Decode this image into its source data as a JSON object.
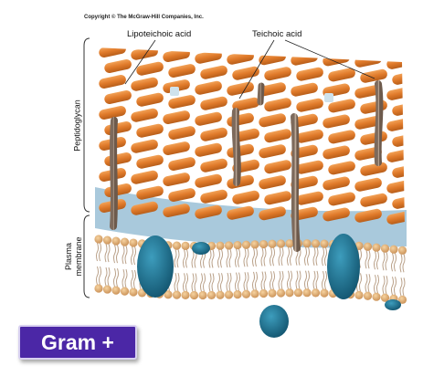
{
  "copyright": "Copyright © The McGraw-Hill Companies, Inc.",
  "labels": {
    "lipoteichoic_acid": "Lipoteichoic acid",
    "teichoic_acid": "Teichoic acid",
    "peptidoglycan": "Peptidoglycan",
    "plasma_membrane_line1": "Plasma",
    "plasma_membrane_line2": "membrane"
  },
  "badge": {
    "text": "Gram +"
  },
  "colors": {
    "peptidoglycan": "#e07a2a",
    "periplasm": "#a9c9dc",
    "phospholipid_head": "#e8b87c",
    "protein": "#1f7393",
    "teichoic_rod": "#a08a78",
    "badge_bg": "#4b27a6"
  }
}
